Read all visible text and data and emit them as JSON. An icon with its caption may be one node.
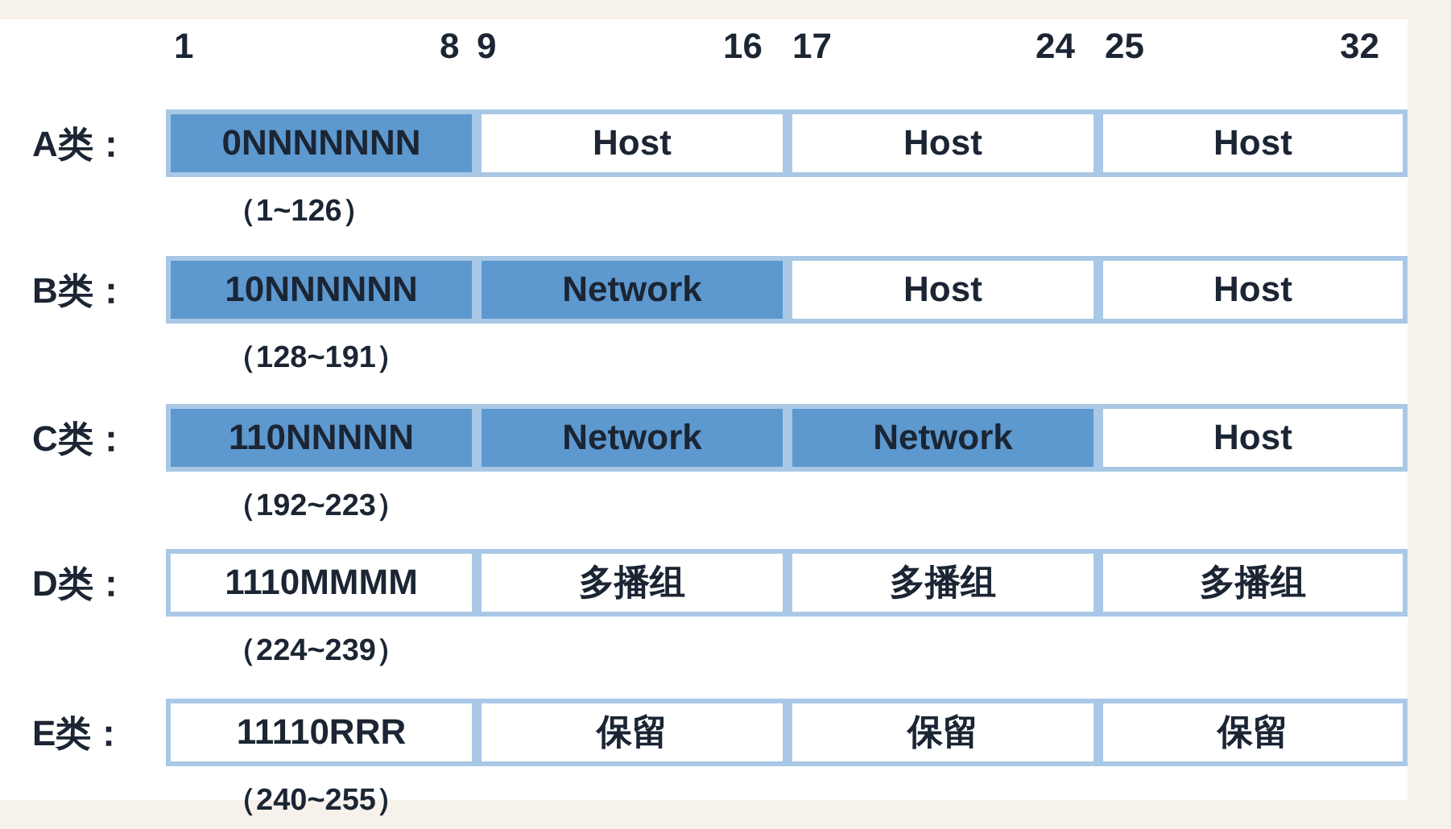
{
  "diagram": {
    "nodes": [
      {
        "text": [
          "0NNNNNNN"
        ],
        "beside": [
          "（1~126）"
        ]
      },
      {
        "text": [
          "Host"
        ]
      },
      {
        "text": [
          "Host"
        ]
      },
      {
        "text": [
          "Host"
        ]
      },
      {
        "text": [
          "10NNNNNN"
        ],
        "beside": [
          "（128~191）"
        ]
      },
      {
        "text": [
          "Network"
        ]
      },
      {
        "text": [
          "Host"
        ]
      },
      {
        "text": [
          "Host"
        ]
      },
      {
        "text": [
          "110NNNNN"
        ],
        "beside": [
          "（192~223）"
        ]
      },
      {
        "text": [
          "Network"
        ]
      },
      {
        "text": [
          "Network"
        ]
      },
      {
        "text": [
          "Host"
        ]
      },
      {
        "text": [
          "1110MMMM"
        ],
        "beside": [
          "（224~239）"
        ]
      },
      {
        "text": [
          "多播组"
        ]
      },
      {
        "text": [
          "多播组"
        ]
      },
      {
        "text": [
          "多播组"
        ]
      },
      {
        "text": [
          "11110RRR"
        ],
        "beside": [
          "（240~255）"
        ]
      },
      {
        "text": [
          "保留"
        ]
      },
      {
        "text": [
          "保留"
        ]
      },
      {
        "text": [
          "保留"
        ]
      }
    ],
    "edges": [],
    "labels": [
      "1",
      "8",
      "9",
      "16",
      "17",
      "24",
      "25",
      "32",
      "A类：",
      "B类：",
      "C类：",
      "D类：",
      "E类："
    ]
  }
}
